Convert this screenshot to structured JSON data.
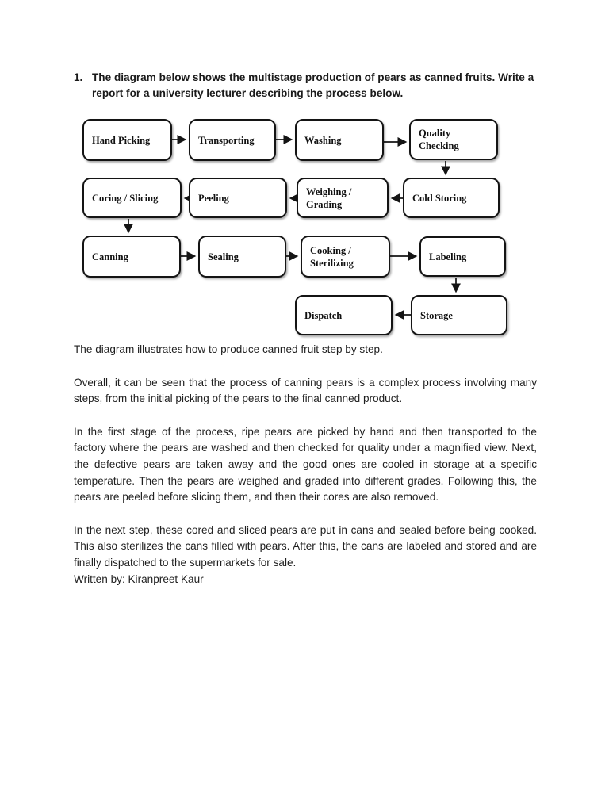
{
  "document": {
    "question": {
      "number": "1.",
      "text": "The diagram below shows the multistage production of pears as canned fruits. Write a report for a university lecturer describing the process below."
    },
    "diagram": {
      "nodes": [
        {
          "id": "hand-picking",
          "label": "Hand Picking"
        },
        {
          "id": "transporting",
          "label": "Transporting"
        },
        {
          "id": "washing",
          "label": "Washing"
        },
        {
          "id": "quality-checking",
          "label": "Quality Checking"
        },
        {
          "id": "coring-slicing",
          "label": "Coring / Slicing"
        },
        {
          "id": "peeling",
          "label": "Peeling"
        },
        {
          "id": "weighing-grading",
          "label": "Weighing / Grading"
        },
        {
          "id": "cold-storing",
          "label": "Cold Storing"
        },
        {
          "id": "canning",
          "label": "Canning"
        },
        {
          "id": "sealing",
          "label": "Sealing"
        },
        {
          "id": "cooking-sterilizing",
          "label": "Cooking / Sterilizing"
        },
        {
          "id": "labeling",
          "label": "Labeling"
        },
        {
          "id": "dispatch",
          "label": "Dispatch"
        },
        {
          "id": "storage",
          "label": "Storage"
        }
      ],
      "edges": [
        [
          "hand-picking",
          "transporting"
        ],
        [
          "transporting",
          "washing"
        ],
        [
          "washing",
          "quality-checking"
        ],
        [
          "quality-checking",
          "cold-storing"
        ],
        [
          "cold-storing",
          "weighing-grading"
        ],
        [
          "weighing-grading",
          "peeling"
        ],
        [
          "peeling",
          "coring-slicing"
        ],
        [
          "coring-slicing",
          "canning"
        ],
        [
          "canning",
          "sealing"
        ],
        [
          "sealing",
          "cooking-sterilizing"
        ],
        [
          "cooking-sterilizing",
          "labeling"
        ],
        [
          "labeling",
          "storage"
        ],
        [
          "storage",
          "dispatch"
        ]
      ]
    },
    "paragraphs": [
      "The diagram illustrates how to produce canned fruit step by step.",
      "Overall, it can be seen that the process of canning pears is a complex process involving many steps, from the initial picking of the pears to the final canned product.",
      "In the first stage of the process, ripe pears are picked by hand and then transported to the factory where the pears are washed and then checked for quality under a magnified view. Next, the defective pears are taken away and the good ones are cooled in storage at a specific temperature. Then the pears are weighed and graded into different grades. Following this, the pears are peeled before slicing them, and then their cores are also removed.",
      "In the next step, these cored and sliced pears are put in cans and sealed before being cooked. This also sterilizes the cans filled with pears. After this, the cans are labeled and stored and are finally dispatched to the supermarkets for sale."
    ],
    "byline": "Written by: Kiranpreet Kaur",
    "colors": {
      "ink": "#1a1a1a",
      "page": "#ffffff"
    }
  }
}
